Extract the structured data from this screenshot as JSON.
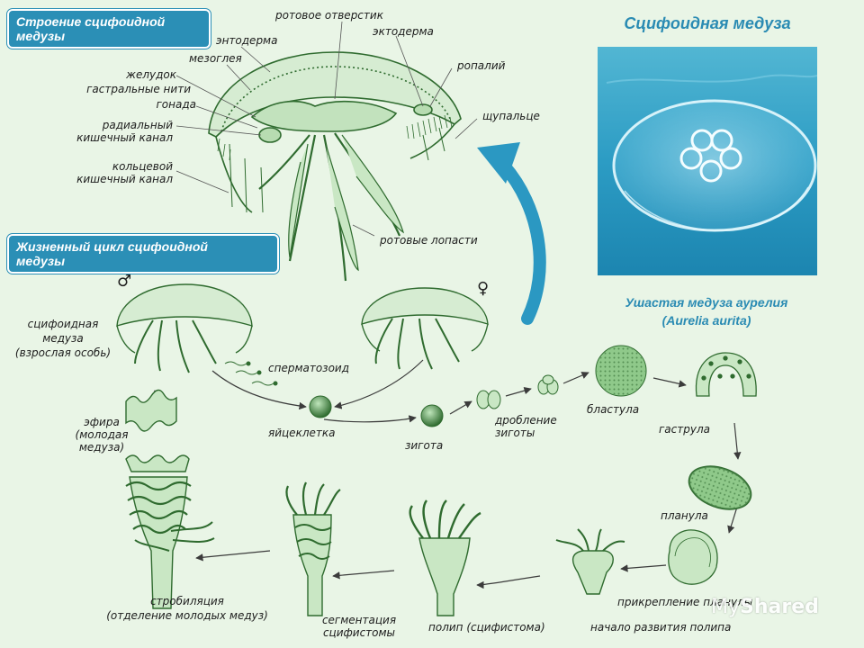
{
  "headers": {
    "structure_title": "Строение сцифоидной\nмедузы",
    "lifecycle_title": "Жизненный цикл сцифоидной\nмедузы"
  },
  "photo": {
    "title": "Сцифоидная медуза",
    "caption_line1": "Ушастая медуза аурелия",
    "caption_line2": "(Aurelia aurita)"
  },
  "structure_labels": {
    "mouth": "ротовое отверстик",
    "endoderm": "энтодерма",
    "ectoderm": "эктодерма",
    "mesoglea": "мезоглея",
    "stomach": "желудок",
    "gastral": "гастральные нити",
    "gonad": "гонада",
    "radial": "радиальный\nкишечный канал",
    "ring": "кольцевой\nкишечный канал",
    "ropaliy": "ропалий",
    "tentacle": "щупальце",
    "oral_lobes": "ротовые лопасти"
  },
  "cycle_labels": {
    "male": "♂",
    "female": "♀",
    "adult": "сцифоидная\nмедуза\n(взрослая особь)",
    "sperm": "сперматозоид",
    "egg": "яйцеклетка",
    "zygote": "зигота",
    "cleavage": "дробление\nзиготы",
    "blastula": "бластула",
    "gastrula": "гаструла",
    "planula": "планула",
    "attach": "прикрепление планулы",
    "polyp_start": "начало развития полипа",
    "polyp": "полип (сцифистома)",
    "segmentation": "сегментация\nсцифистомы",
    "strobilation": "стробиляция\n(отделение молодых медуз)",
    "ephyra": "эфира\n(молодая\nмедуза)"
  },
  "watermark": {
    "prefix": "My",
    "suffix": "Shared"
  },
  "colors": {
    "background": "#e9f5e6",
    "header_blue": "#2b8fb6",
    "accent_blue": "#2a8bb3",
    "drawing_green": "#2f6b2f",
    "fill_green": "#c9e7c4",
    "sea": "#3fa6c8"
  }
}
